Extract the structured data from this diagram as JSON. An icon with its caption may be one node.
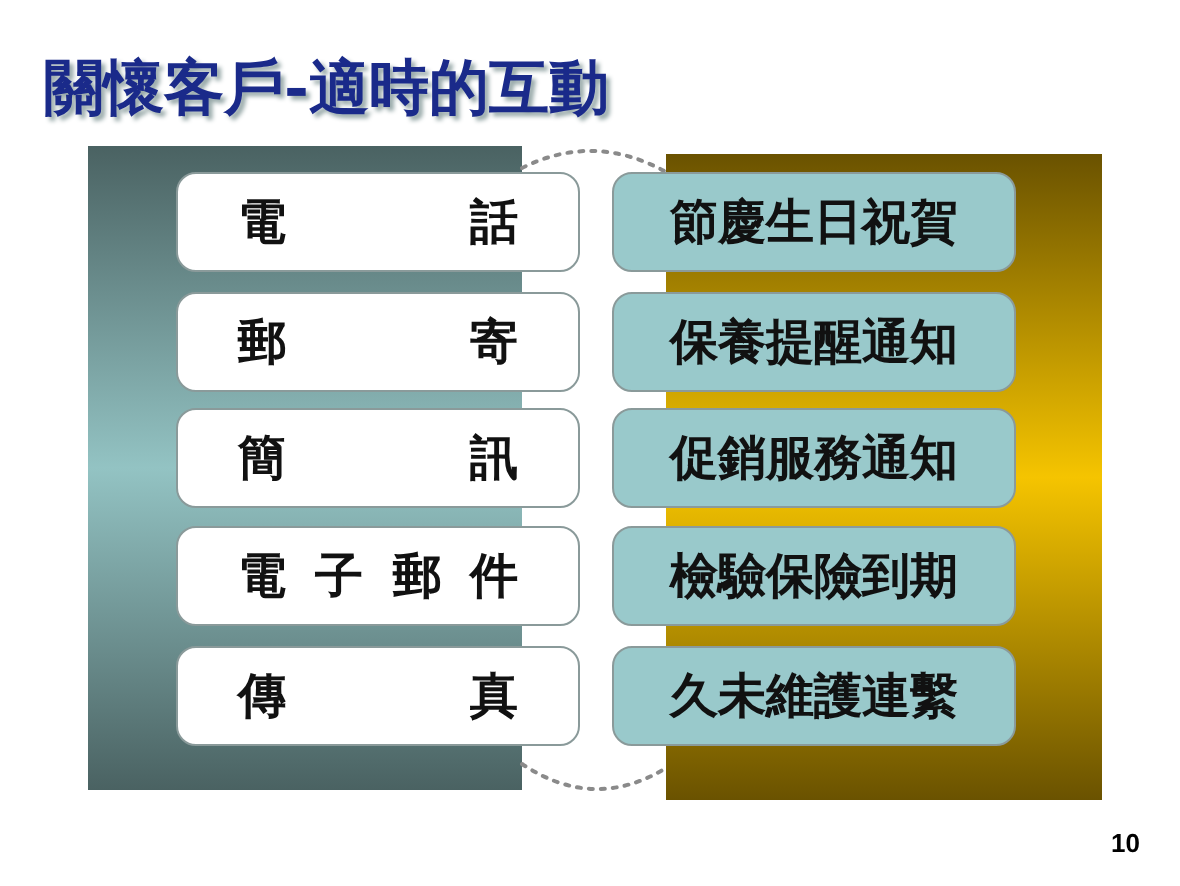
{
  "diagram": {
    "title": "關懷客戶-適時的互動",
    "nodes": [
      {
        "text": [],
        "shape": "box"
      },
      {
        "text": [
          "電話"
        ]
      },
      {
        "text": [
          "郵寄"
        ]
      },
      {
        "text": [
          "簡訊"
        ]
      },
      {
        "text": [
          "電子郵件"
        ]
      },
      {
        "text": [
          "傳真"
        ]
      },
      {
        "text": [],
        "shape": "box"
      },
      {
        "text": [
          "節慶生日祝賀"
        ]
      },
      {
        "text": [
          "保養提醒通知"
        ]
      },
      {
        "text": [
          "促銷服務通知"
        ]
      },
      {
        "text": [
          "檢驗保險到期"
        ]
      },
      {
        "text": [
          "久未維護連繫"
        ]
      }
    ],
    "edges": [
      {
        "from": 0,
        "to": 6,
        "arrow": "none",
        "style": "dashed"
      },
      {
        "from": 0,
        "to": 6,
        "arrow": "none",
        "style": "dashed"
      }
    ],
    "labels": [
      "10"
    ]
  }
}
